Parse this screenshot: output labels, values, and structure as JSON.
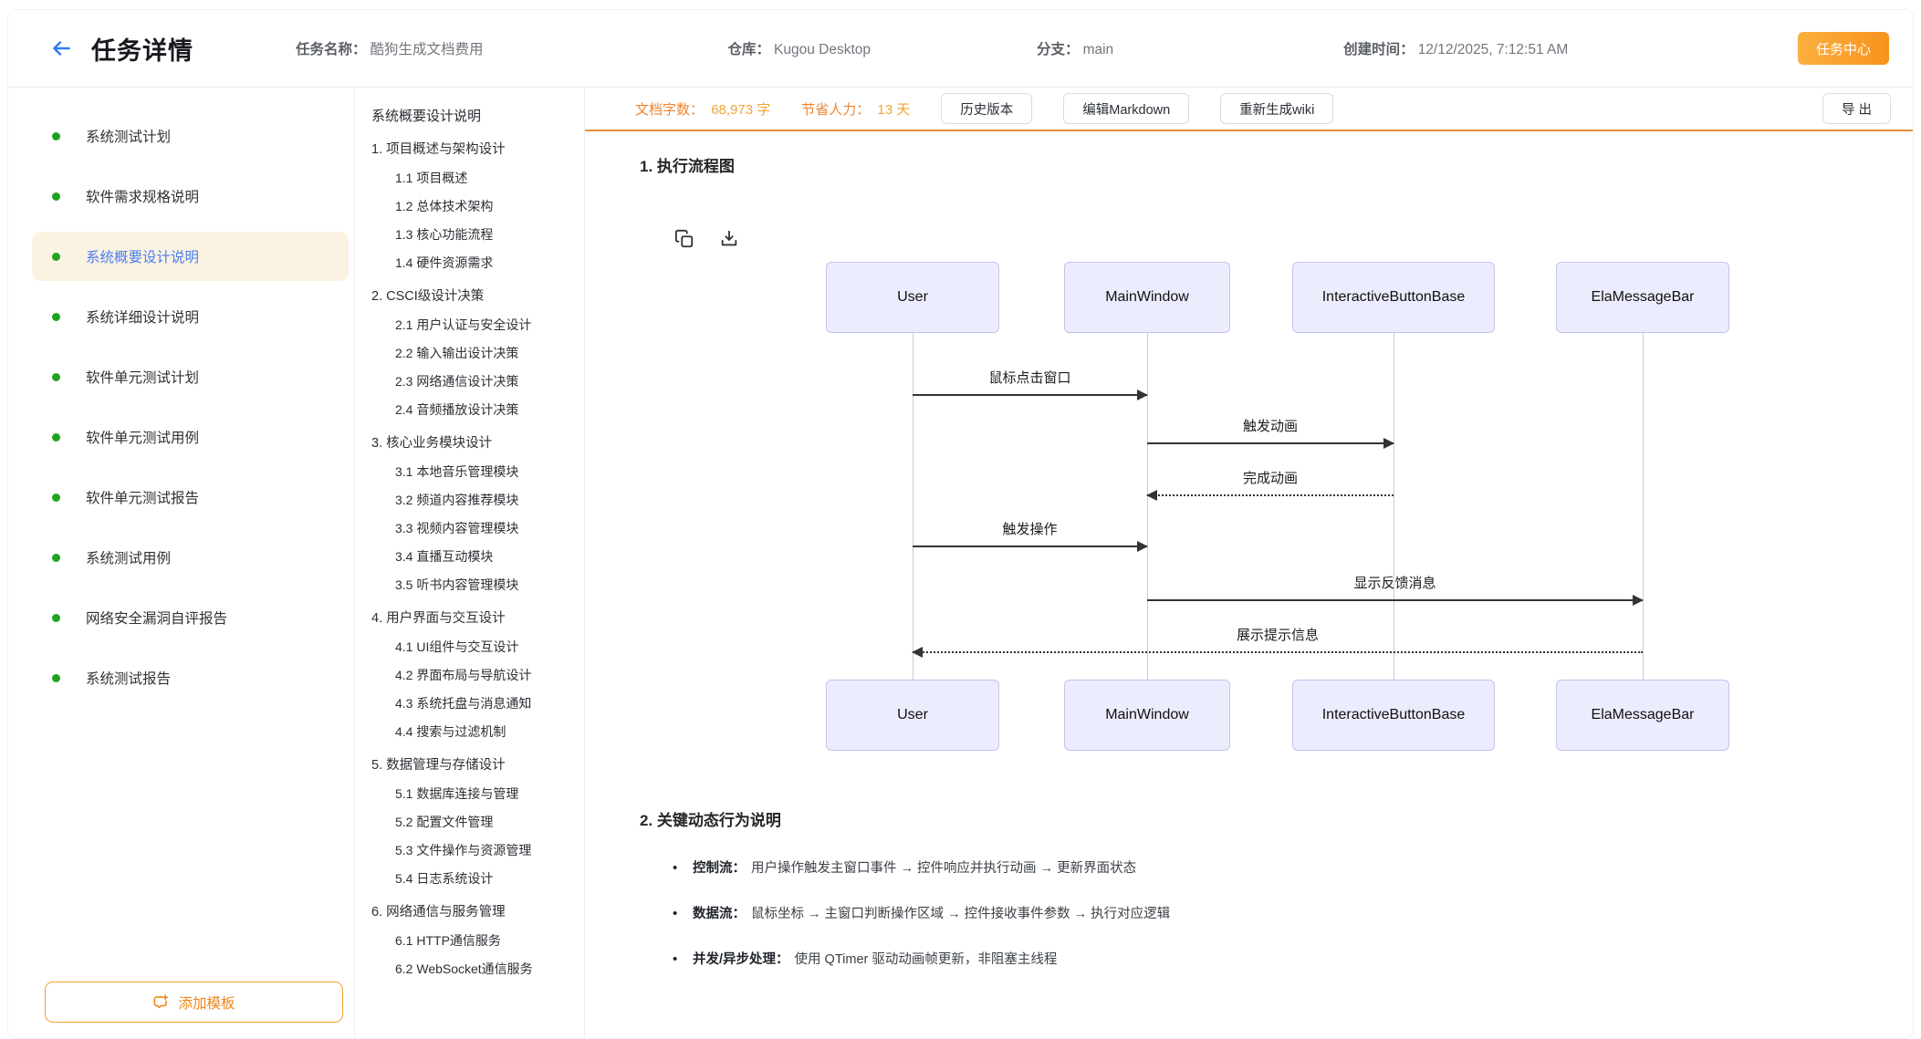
{
  "header": {
    "title": "任务详情",
    "fields": [
      {
        "label": "任务名称：",
        "value": "酷狗生成文档费用"
      },
      {
        "label": "仓库：",
        "value": "Kugou Desktop"
      },
      {
        "label": "分支：",
        "value": "main"
      },
      {
        "label": "创建时间：",
        "value": "12/12/2025, 7:12:51 AM"
      }
    ],
    "task_center_button": "任务中心"
  },
  "icons": {
    "back": "arrow-left",
    "copy": "copy-pages",
    "download": "download-tray",
    "add_template": "bubble-plus"
  },
  "colors": {
    "accent_orange": "#F7931E",
    "stat_orange": "#EE8530",
    "selected_blue": "#4A7DF2",
    "selected_bg": "#FBF3E1",
    "dot_green": "#1fa31f",
    "actor_fill": "#ECECFF",
    "actor_border": "#C5C2EE"
  },
  "sidebar": {
    "items": [
      {
        "label": "系统测试计划",
        "selected": false
      },
      {
        "label": "软件需求规格说明",
        "selected": false
      },
      {
        "label": "系统概要设计说明",
        "selected": true
      },
      {
        "label": "系统详细设计说明",
        "selected": false
      },
      {
        "label": "软件单元测试计划",
        "selected": false
      },
      {
        "label": "软件单元测试用例",
        "selected": false
      },
      {
        "label": "软件单元测试报告",
        "selected": false
      },
      {
        "label": "系统测试用例",
        "selected": false
      },
      {
        "label": "网络安全漏洞自评报告",
        "selected": false
      },
      {
        "label": "系统测试报告",
        "selected": false
      }
    ],
    "add_template_button": "添加模板"
  },
  "toc": {
    "title": "系统概要设计说明",
    "items": [
      {
        "label": "1. 项目概述与架构设计",
        "level": 1
      },
      {
        "label": "1.1 项目概述",
        "level": 2
      },
      {
        "label": "1.2 总体技术架构",
        "level": 2
      },
      {
        "label": "1.3 核心功能流程",
        "level": 2
      },
      {
        "label": "1.4 硬件资源需求",
        "level": 2
      },
      {
        "label": "2. CSCI级设计决策",
        "level": 1
      },
      {
        "label": "2.1 用户认证与安全设计",
        "level": 2
      },
      {
        "label": "2.2 输入输出设计决策",
        "level": 2
      },
      {
        "label": "2.3 网络通信设计决策",
        "level": 2
      },
      {
        "label": "2.4 音频播放设计决策",
        "level": 2
      },
      {
        "label": "3. 核心业务模块设计",
        "level": 1
      },
      {
        "label": "3.1 本地音乐管理模块",
        "level": 2
      },
      {
        "label": "3.2 频道内容推荐模块",
        "level": 2
      },
      {
        "label": "3.3 视频内容管理模块",
        "level": 2
      },
      {
        "label": "3.4 直播互动模块",
        "level": 2
      },
      {
        "label": "3.5 听书内容管理模块",
        "level": 2
      },
      {
        "label": "4. 用户界面与交互设计",
        "level": 1
      },
      {
        "label": "4.1 UI组件与交互设计",
        "level": 2
      },
      {
        "label": "4.2 界面布局与导航设计",
        "level": 2
      },
      {
        "label": "4.3 系统托盘与消息通知",
        "level": 2
      },
      {
        "label": "4.4 搜索与过滤机制",
        "level": 2
      },
      {
        "label": "5. 数据管理与存储设计",
        "level": 1
      },
      {
        "label": "5.1 数据库连接与管理",
        "level": 2
      },
      {
        "label": "5.2 配置文件管理",
        "level": 2
      },
      {
        "label": "5.3 文件操作与资源管理",
        "level": 2
      },
      {
        "label": "5.4 日志系统设计",
        "level": 2
      },
      {
        "label": "6. 网络通信与服务管理",
        "level": 1
      },
      {
        "label": "6.1 HTTP通信服务",
        "level": 2
      },
      {
        "label": "6.2 WebSocket通信服务",
        "level": 2
      }
    ]
  },
  "toolbar": {
    "stats": [
      {
        "label": "文档字数：",
        "value": "68,973 字"
      },
      {
        "label": "节省人力：",
        "value": "13 天"
      }
    ],
    "buttons": [
      "历史版本",
      "编辑Markdown",
      "重新生成wiki"
    ],
    "export_button": "导 出"
  },
  "content": {
    "section1_title": "1. 执行流程图",
    "diagram": {
      "actors": [
        "User",
        "MainWindow",
        "InteractiveButtonBase",
        "ElaMessageBar"
      ],
      "messages": [
        {
          "label": "鼠标点击窗口",
          "from": "User",
          "to": "MainWindow",
          "style": "solid"
        },
        {
          "label": "触发动画",
          "from": "MainWindow",
          "to": "InteractiveButtonBase",
          "style": "solid"
        },
        {
          "label": "完成动画",
          "from": "InteractiveButtonBase",
          "to": "MainWindow",
          "style": "dotted"
        },
        {
          "label": "触发操作",
          "from": "User",
          "to": "MainWindow",
          "style": "solid"
        },
        {
          "label": "显示反馈消息",
          "from": "MainWindow",
          "to": "ElaMessageBar",
          "style": "solid"
        },
        {
          "label": "展示提示信息",
          "from": "ElaMessageBar",
          "to": "User",
          "style": "dotted"
        }
      ]
    },
    "section2_title": "2. 关键动态行为说明",
    "bullets": [
      {
        "label": "控制流：",
        "text": "用户操作触发主窗口事件 → 控件响应并执行动画 → 更新界面状态"
      },
      {
        "label": "数据流：",
        "text": "鼠标坐标 → 主窗口判断操作区域 → 控件接收事件参数 → 执行对应逻辑"
      },
      {
        "label": "并发/异步处理：",
        "text": "使用 QTimer 驱动动画帧更新，非阻塞主线程"
      }
    ]
  }
}
